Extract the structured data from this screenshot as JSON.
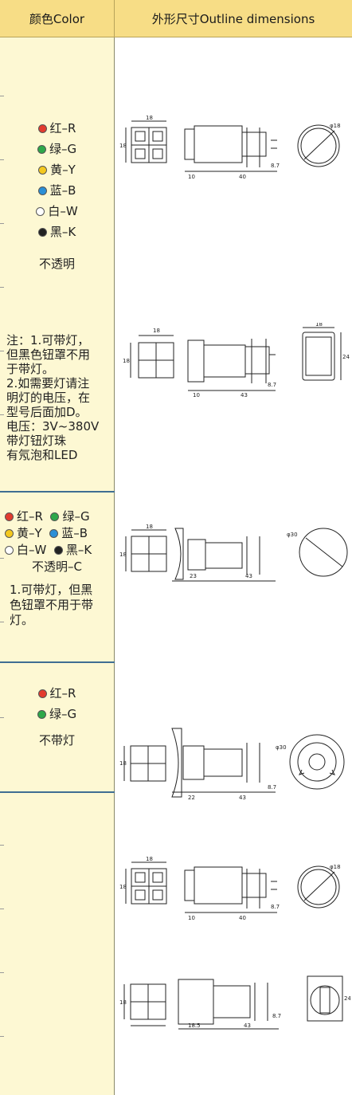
{
  "header": {
    "col_color": "颜色Color",
    "col_dims": "外形尺寸Outline dimensions"
  },
  "colors": {
    "red": "#e23b2e",
    "green": "#2ea84a",
    "yellow": "#f4c81f",
    "blue": "#2b8fd6",
    "white": "#ffffff",
    "black": "#222222",
    "header_bg": "#f7dd86",
    "col_bg": "#fdf8d3"
  },
  "row1": {
    "items": [
      "红–R",
      "绿–G",
      "黄–Y",
      "蓝–B",
      "白–W",
      "黑–K"
    ],
    "opaque": "不透明",
    "note": [
      "注：1.可带灯，",
      "但黑色钮罩不用",
      "于带灯。",
      "2.如需要灯请注",
      "明灯的电压，在",
      "型号后面加D。",
      "电压：3V~380V",
      "带灯钮灯珠",
      "有氖泡和LED"
    ]
  },
  "row2": {
    "line1": [
      "红–R",
      "绿–G"
    ],
    "line2": [
      "黄–Y",
      "蓝–B"
    ],
    "line3": [
      "白–W",
      "黑–K"
    ],
    "opaque": "不透明–C",
    "note": [
      "1.可带灯，但黑",
      "色钮罩不用于带",
      "灯。"
    ]
  },
  "row3": {
    "items": [
      "红–R",
      "绿–G"
    ],
    "no_light": "不带灯"
  },
  "drawings": {
    "d1": {
      "a": "18",
      "b": "18",
      "c": "10",
      "d": "40",
      "e": "8.7",
      "f": "φ18"
    },
    "d2": {
      "a": "18",
      "b": "18",
      "c": "10",
      "d": "43",
      "e": "8.7",
      "f": "18",
      "g": "24"
    },
    "d3": {
      "a": "18",
      "b": "18",
      "c": "23",
      "d": "43",
      "f": "φ30"
    },
    "d4": {
      "a": "18",
      "c": "22",
      "d": "43",
      "e": "8.7",
      "f": "φ30"
    },
    "d5": {
      "a": "18",
      "b": "18",
      "c": "10",
      "d": "40",
      "e": "8.7",
      "f": "φ18"
    },
    "d6": {
      "a": "18",
      "c": "18.5",
      "d": "43",
      "e": "8.7",
      "f": "24"
    }
  }
}
